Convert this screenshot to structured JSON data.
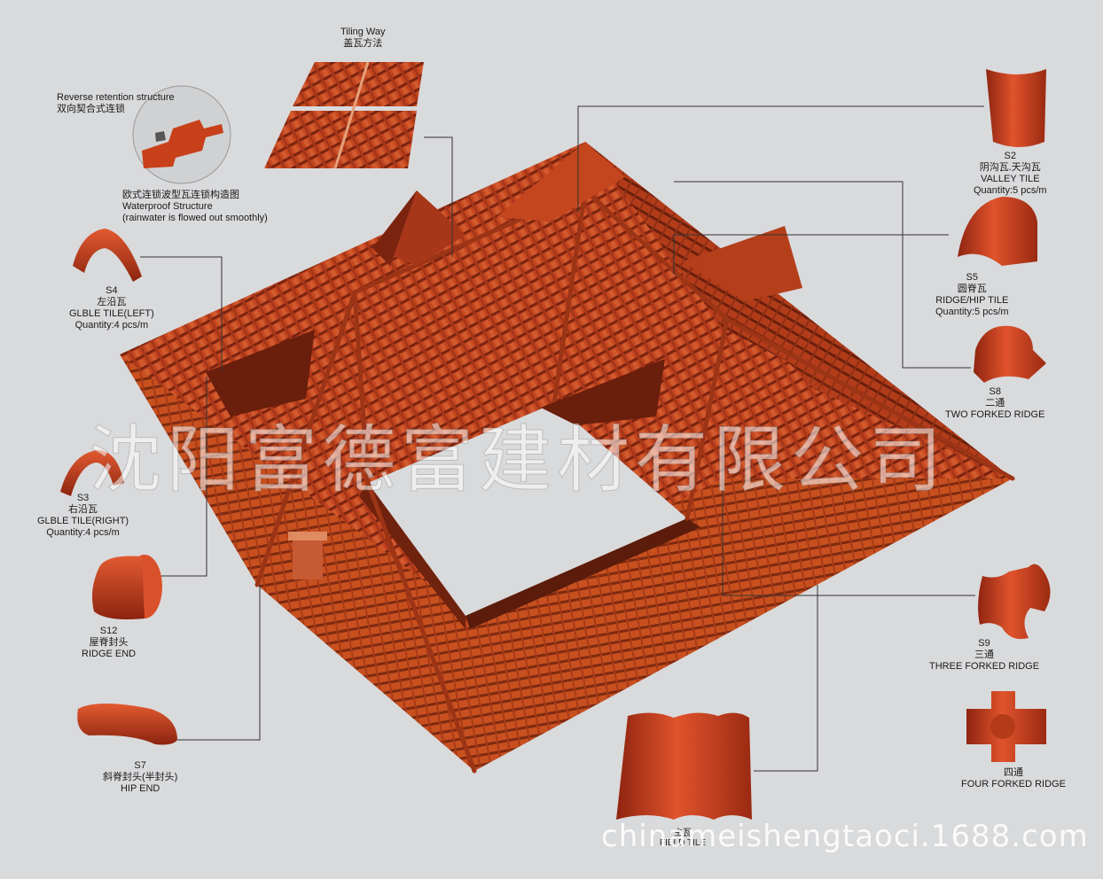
{
  "accent_color": "#c8401a",
  "tiling": {
    "en": "Tiling Way",
    "cn": "盖瓦方法"
  },
  "reverse": {
    "en": "Reverse retention structure",
    "cn": "双向契合式连锁",
    "cn2": "欧式连锁波型瓦连锁构造图",
    "en2": "Waterproof Structure",
    "en3": "(rainwater is flowed out smoothly)"
  },
  "s2": {
    "code": "S2",
    "cn": "阴沟瓦.天沟瓦",
    "en": "VALLEY TILE",
    "qty": "Quantity:5 pcs/m"
  },
  "s5": {
    "code": "S5",
    "cn": "圆脊瓦",
    "en": "RIDGE/HIP TILE",
    "qty": "Quantity:5 pcs/m"
  },
  "s8": {
    "code": "S8",
    "cn": "二通",
    "en": "TWO FORKED RIDGE"
  },
  "s4": {
    "code": "S4",
    "cn": "左沿瓦",
    "en": "GLBLE TILE(LEFT)",
    "qty": "Quantity:4 pcs/m"
  },
  "s3": {
    "code": "S3",
    "cn": "右沿瓦",
    "en": "GLBLE TILE(RIGHT)",
    "qty": "Quantity:4 pcs/m"
  },
  "s12": {
    "code": "S12",
    "cn": "屋脊封头",
    "en": "RIDGE END"
  },
  "s7": {
    "code": "S7",
    "cn": "斜脊封头(半封头)",
    "en": "HIP END"
  },
  "s9": {
    "code": "S9",
    "cn": "三通",
    "en": "THREE FORKED RIDGE"
  },
  "four": {
    "cn": "四通",
    "en": "FOUR FORKED RIDGE"
  },
  "field": {
    "cn": "主瓦",
    "en": "FIELD TILE"
  },
  "watermark": "沈阳富德富建材有限公司",
  "url": "chinameishengtaoci.1688.com"
}
